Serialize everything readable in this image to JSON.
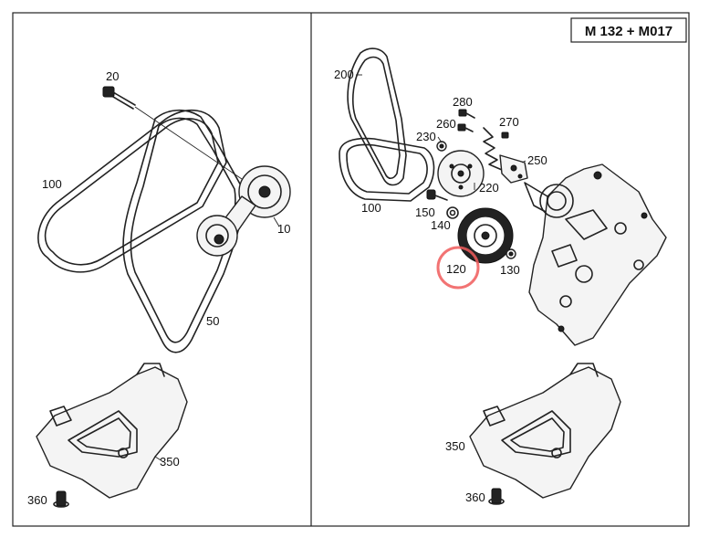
{
  "model_label": "M 132 + M017",
  "highlight_color": "#f05a5a",
  "left_panel": {
    "callouts": [
      "20",
      "100",
      "10",
      "50",
      "350",
      "360"
    ]
  },
  "right_panel": {
    "callouts": [
      "200",
      "280",
      "260",
      "270",
      "230",
      "250",
      "220",
      "100",
      "150",
      "140",
      "120",
      "130",
      "350",
      "360"
    ],
    "highlighted_callout": "120"
  }
}
